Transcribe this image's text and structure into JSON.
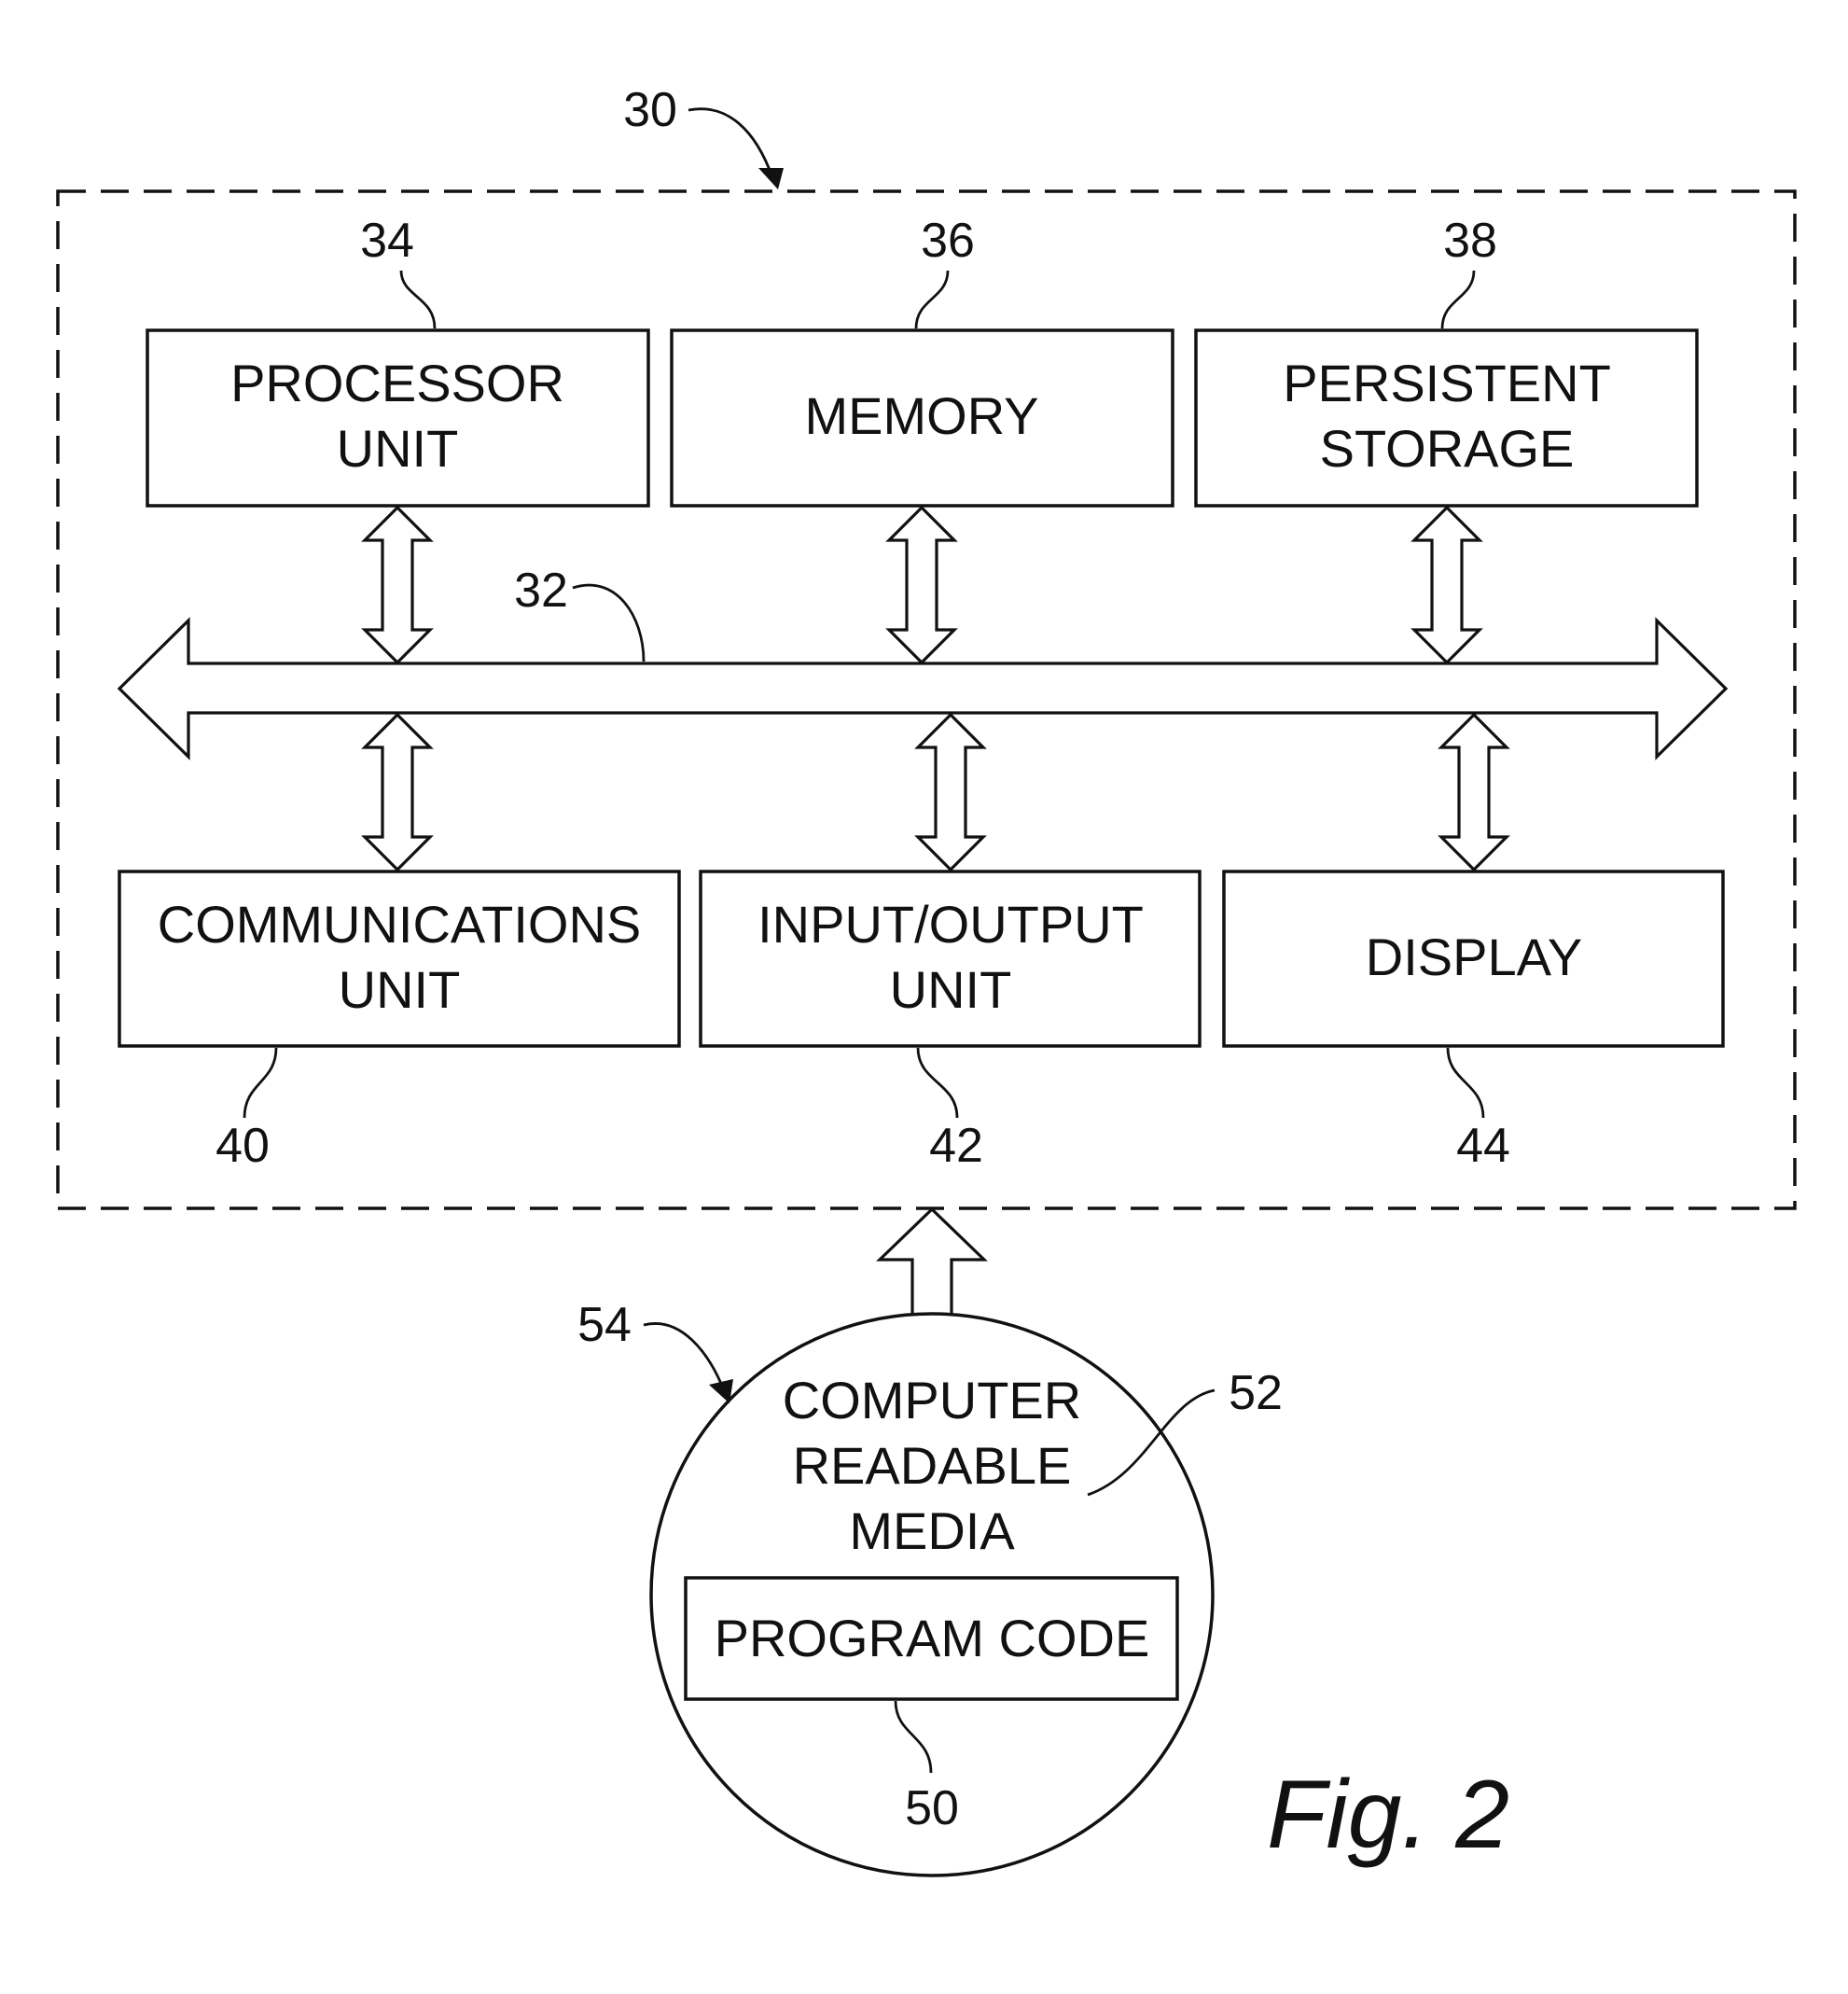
{
  "diagram": {
    "system_ref": "30",
    "bus_ref": "32",
    "components": {
      "processor": {
        "ref": "34",
        "lines": [
          "PROCESSOR",
          "UNIT"
        ]
      },
      "memory": {
        "ref": "36",
        "lines": [
          "MEMORY"
        ]
      },
      "storage": {
        "ref": "38",
        "lines": [
          "PERSISTENT",
          "STORAGE"
        ]
      },
      "comms": {
        "ref": "40",
        "lines": [
          "COMMUNICATIONS",
          "UNIT"
        ]
      },
      "io": {
        "ref": "42",
        "lines": [
          "INPUT/OUTPUT",
          "UNIT"
        ]
      },
      "display": {
        "ref": "44",
        "lines": [
          "DISPLAY"
        ]
      }
    },
    "media": {
      "ref_product": "54",
      "ref_media": "52",
      "lines": [
        "COMPUTER",
        "READABLE",
        "MEDIA"
      ],
      "program_code": {
        "ref": "50",
        "label": "PROGRAM CODE"
      }
    },
    "caption": "Fig. 2"
  }
}
